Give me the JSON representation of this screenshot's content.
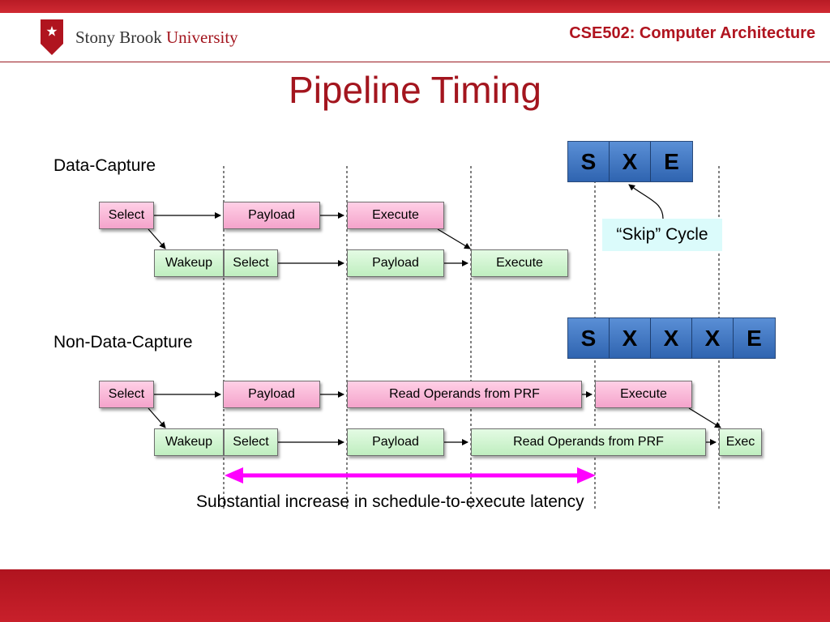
{
  "header": {
    "logo_text_primary": "Stony Brook",
    "logo_text_secondary": "University",
    "course_title": "CSE502: Computer Architecture"
  },
  "slide": {
    "title": "Pipeline Timing",
    "footnote": "Substantial increase in schedule-to-execute latency"
  },
  "data_capture": {
    "label": "Data-Capture",
    "row1": [
      "Select",
      "Payload",
      "Execute"
    ],
    "row2": [
      "Wakeup",
      "Select",
      "Payload",
      "Execute"
    ],
    "stages": [
      "S",
      "X",
      "E"
    ],
    "callout": "“Skip” Cycle"
  },
  "non_data_capture": {
    "label": "Non-Data-Capture",
    "row1": [
      "Select",
      "Payload",
      "Read Operands from PRF",
      "Execute"
    ],
    "row2": [
      "Wakeup",
      "Select",
      "Payload",
      "Read Operands from PRF",
      "Exec"
    ],
    "stages": [
      "S",
      "X",
      "X",
      "X",
      "E"
    ]
  },
  "colors": {
    "brand_red": "#a3151e",
    "select_box": "#f4a3cb",
    "wakeup_box": "#bfeebf",
    "stage_blue": "#2f64b0",
    "callout_bg": "#dbfbfb",
    "latency_arrow": "#ff00ff"
  }
}
